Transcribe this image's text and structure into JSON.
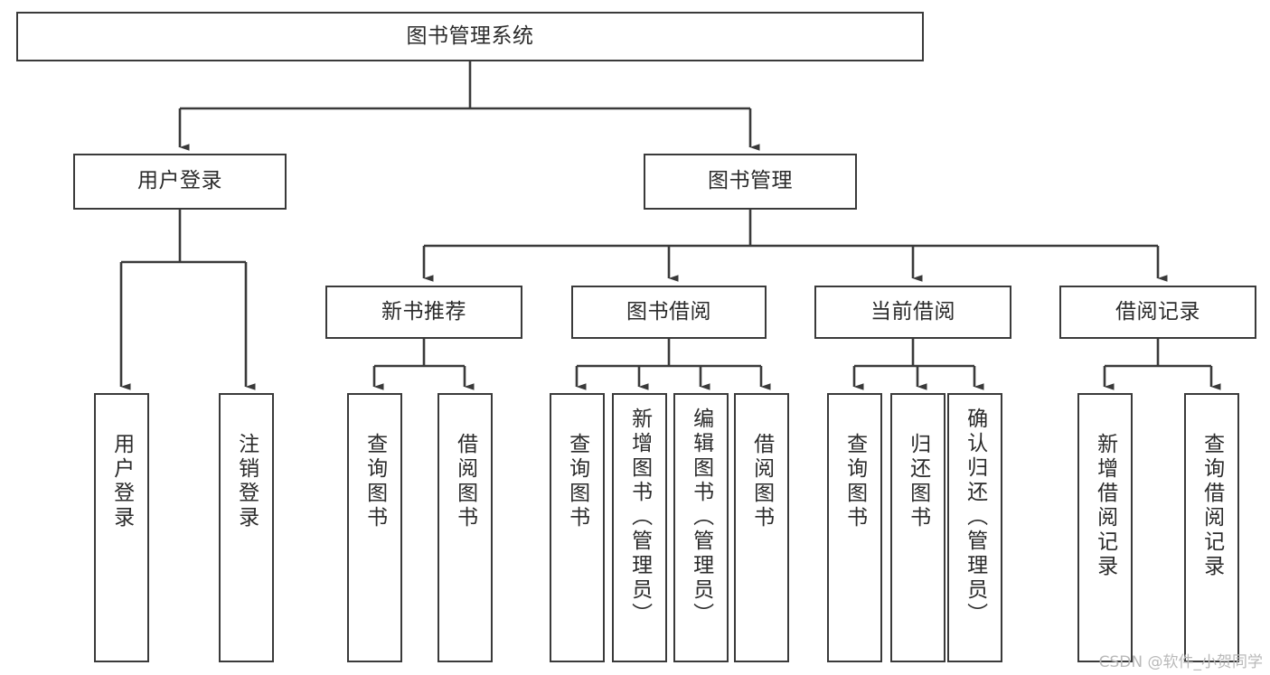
{
  "diagram": {
    "title": "图书管理系统",
    "type": "tree-structure-chart",
    "watermark": "CSDN @软件_小贺同学",
    "colors": {
      "stroke": "#3a3a3a",
      "fill": "#ffffff",
      "text": "#2b2b2b",
      "watermark": "#b9b9b9"
    },
    "root": {
      "label": "图书管理系统"
    },
    "level1": [
      {
        "label": "用户登录"
      },
      {
        "label": "图书管理"
      }
    ],
    "level2": [
      {
        "label": "新书推荐"
      },
      {
        "label": "图书借阅"
      },
      {
        "label": "当前借阅"
      },
      {
        "label": "借阅记录"
      }
    ],
    "leaves": {
      "user_login": [
        {
          "label": "用户登录"
        },
        {
          "label": "注销登录"
        }
      ],
      "new_book": [
        {
          "label": "查询图书"
        },
        {
          "label": "借阅图书"
        }
      ],
      "book_borrow": [
        {
          "label": "查询图书"
        },
        {
          "label": "新增图书（管理员）"
        },
        {
          "label": "编辑图书（管理员）"
        },
        {
          "label": "借阅图书"
        }
      ],
      "current_borrow": [
        {
          "label": "查询图书"
        },
        {
          "label": "归还图书"
        },
        {
          "label": "确认归还（管理员）"
        }
      ],
      "borrow_record": [
        {
          "label": "新增借阅记录"
        },
        {
          "label": "查询借阅记录"
        }
      ]
    }
  }
}
